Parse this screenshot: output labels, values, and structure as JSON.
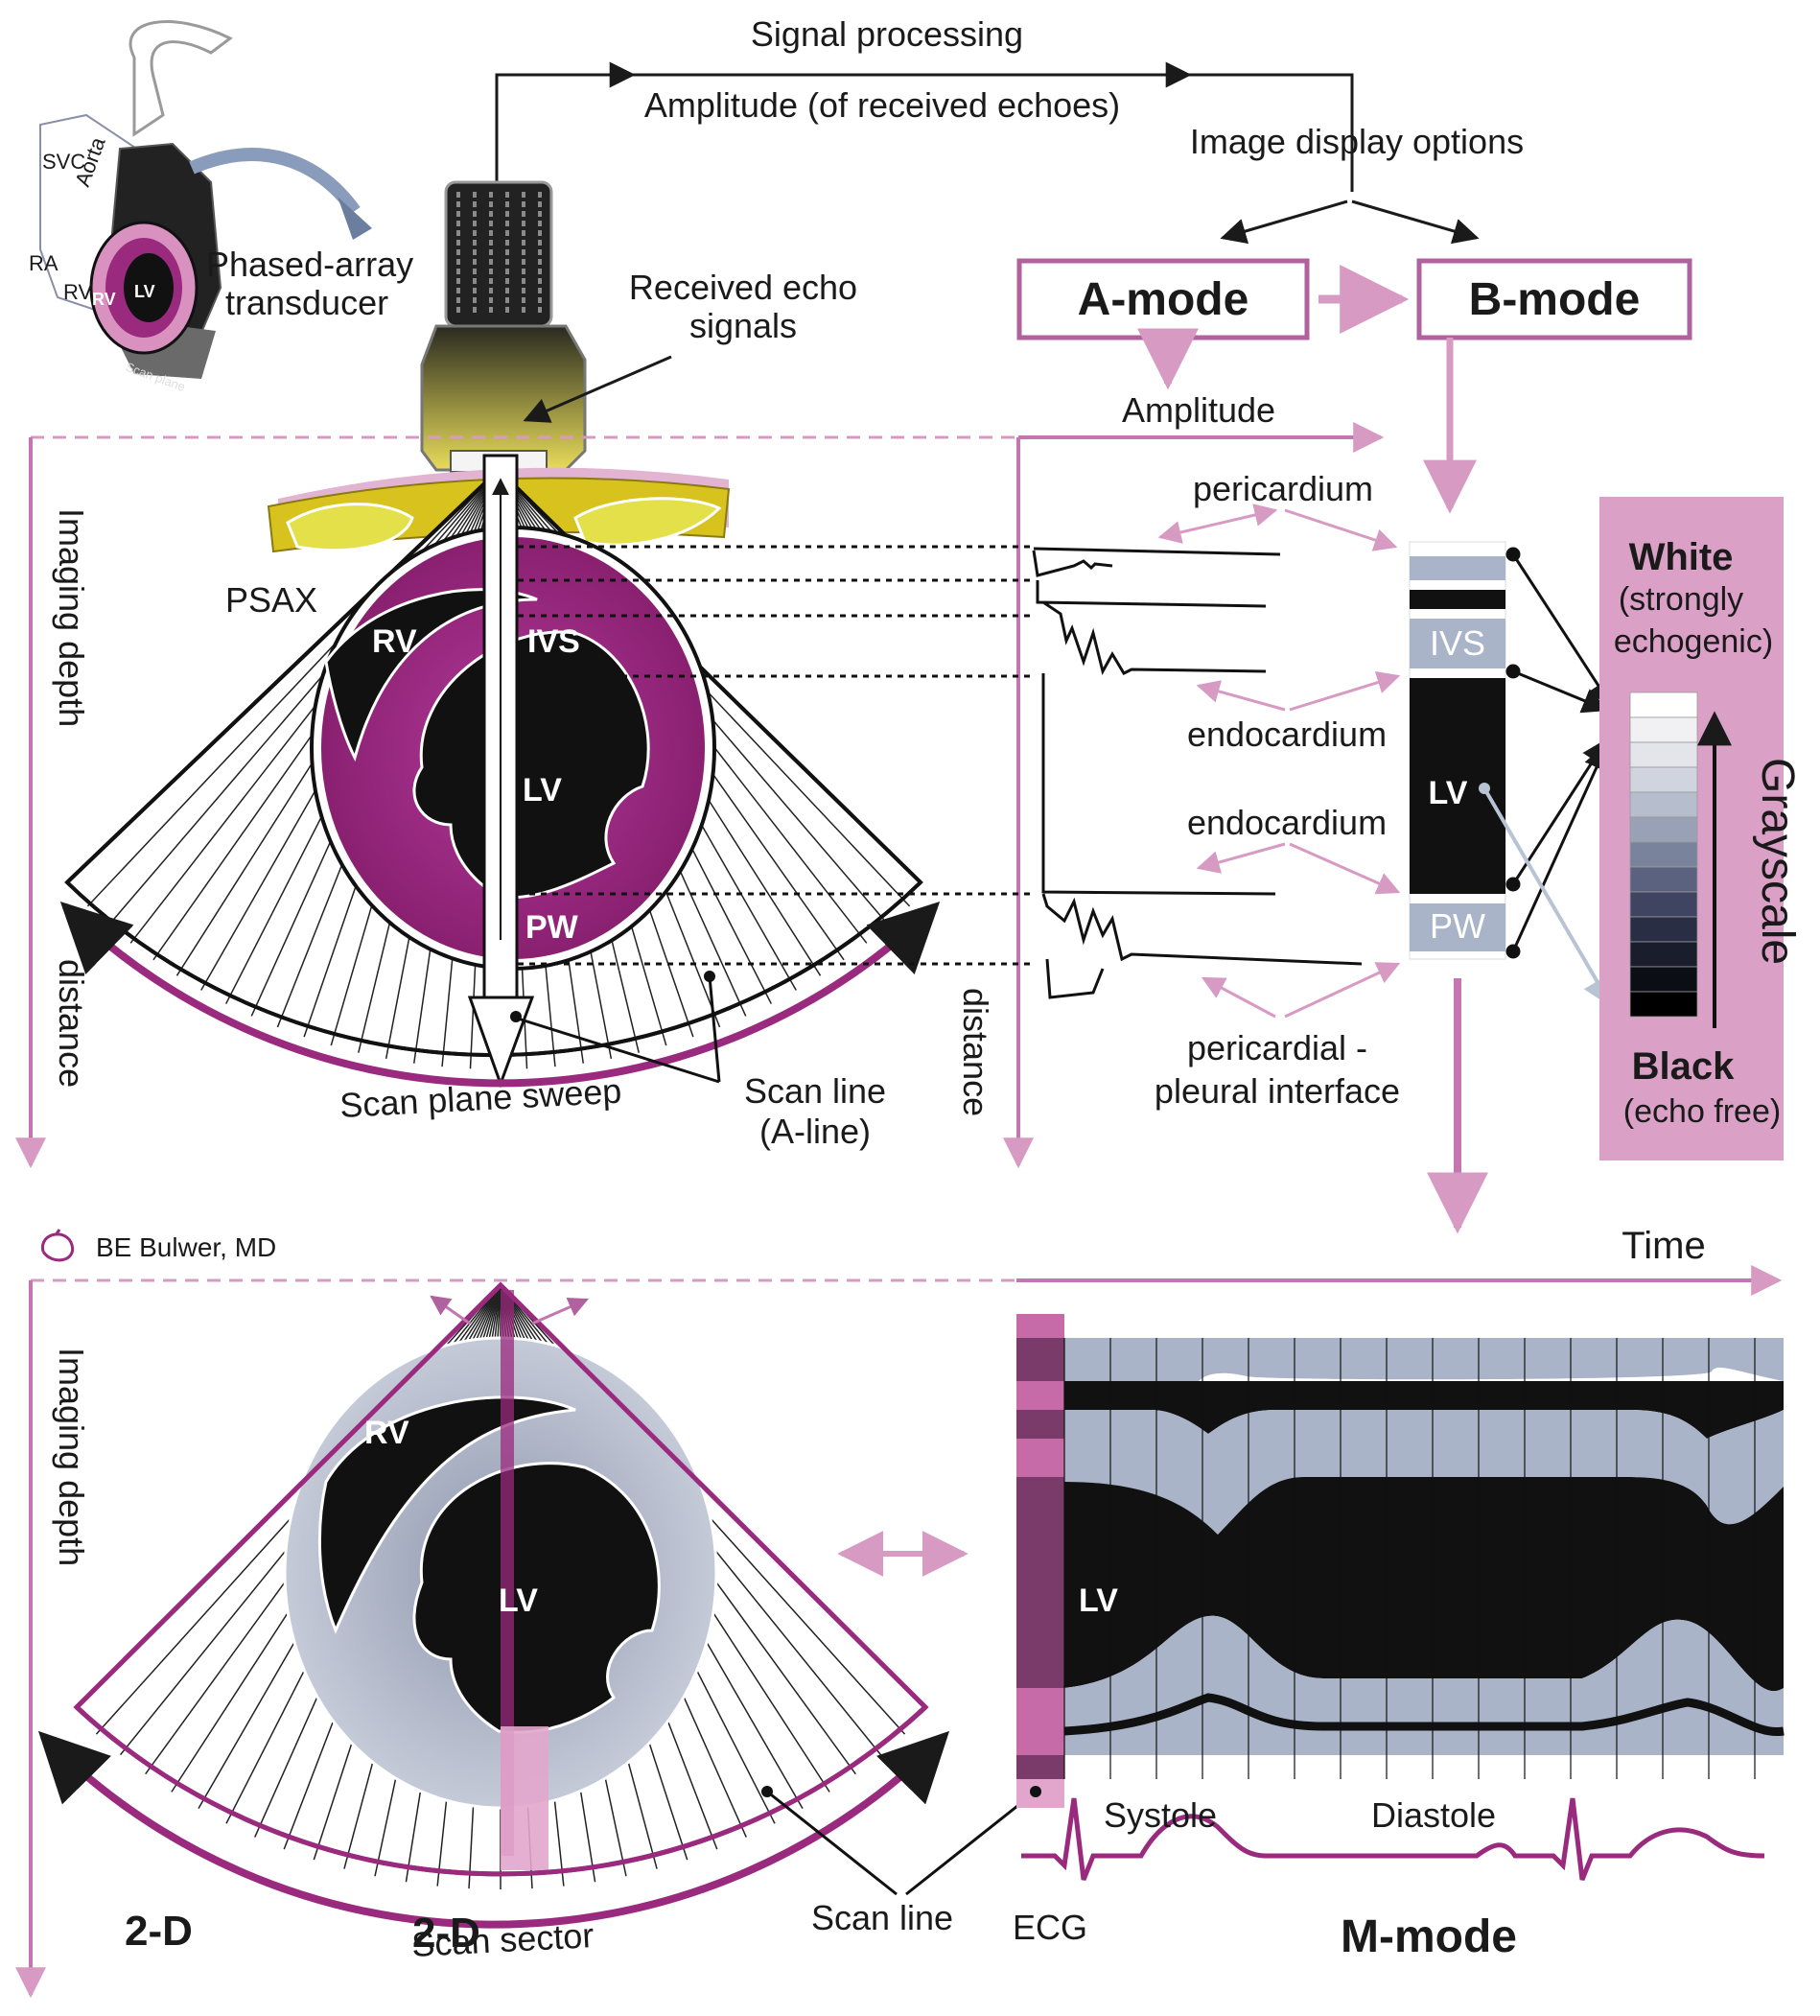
{
  "colors": {
    "accent": "#b0629e",
    "accent_light": "#e2a6cc",
    "myocardium": "#9a2a7e",
    "fat_yellow": "#d7c21e",
    "scale_bg": "#dba0c6",
    "gray_band": "#aab4c8"
  },
  "top": {
    "signal_processing": "Signal processing",
    "amplitude_received": "Amplitude (of received echoes)",
    "image_display_options": "Image display options",
    "a_mode": "A-mode",
    "b_mode": "B-mode",
    "amplitude": "Amplitude",
    "received_echo_line1": "Received echo",
    "received_echo_line2": "signals",
    "transducer_line1": "Phased-array",
    "transducer_line2": "transducer",
    "mini_svc": "SVC",
    "mini_aorta": "Aorta",
    "mini_ra": "RA",
    "mini_rv": "RV",
    "mini_rv_inner": "RV",
    "mini_lv": "LV",
    "mini_scan_plane": "Scan plane",
    "psax": "PSAX",
    "imaging_depth": "Imaging depth",
    "distance_left": "distance",
    "distance_mid": "distance",
    "rv": "RV",
    "ivs": "IVS",
    "lv": "LV",
    "pw": "PW",
    "scan_plane_sweep": "Scan plane sweep",
    "scan_line_1": "Scan line",
    "scan_line_2": "(A-line)",
    "pericardium": "pericardium",
    "endocardium_1": "endocardium",
    "endocardium_2": "endocardium",
    "pericardial_1": "pericardial -",
    "pericardial_2": "pleural interface",
    "bmode_ivs": "IVS",
    "bmode_lv": "LV",
    "bmode_pw": "PW"
  },
  "grayscale": {
    "white": "White",
    "white_sub1": "(strongly",
    "white_sub2": "echogenic)",
    "black": "Black",
    "black_sub": "(echo free)",
    "title": "Grayscale"
  },
  "bottom": {
    "credit": "BE Bulwer, MD",
    "time": "Time",
    "imaging_depth": "Imaging depth",
    "rv": "RV",
    "lv": "LV",
    "mm_lv": "LV",
    "two_d": "2-D",
    "scan_sector": "Scan sector",
    "scan_line": "Scan line",
    "systole": "Systole",
    "diastole": "Diastole",
    "ecg": "ECG",
    "m_mode": "M-mode"
  }
}
